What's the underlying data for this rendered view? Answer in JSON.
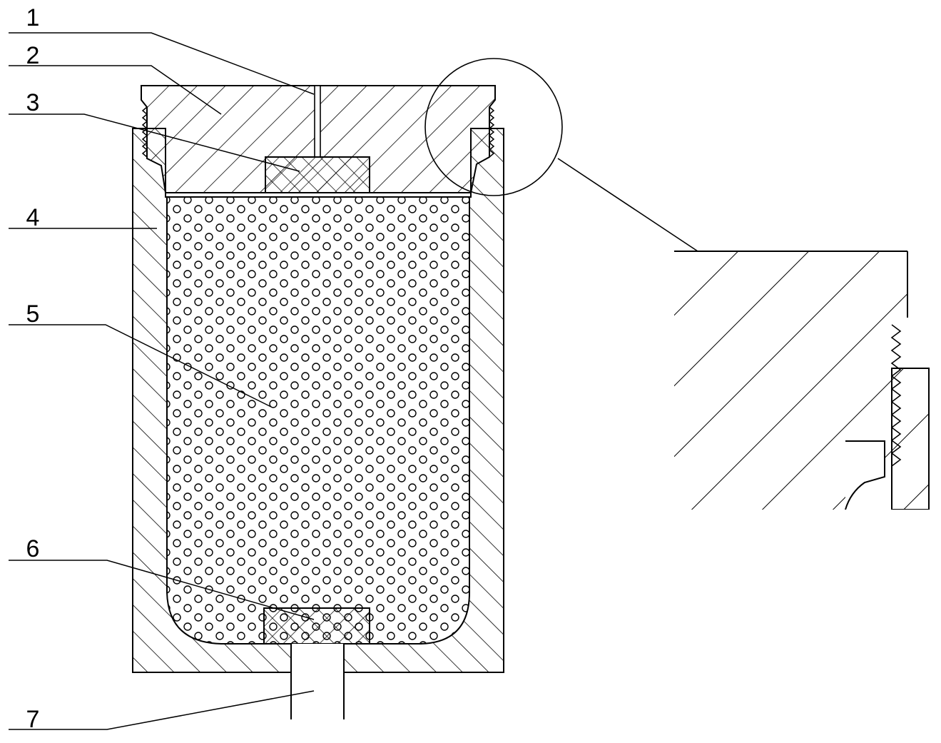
{
  "labels": {
    "1": "1",
    "2": "2",
    "3": "3",
    "4": "4",
    "5": "5",
    "6": "6",
    "7": "7"
  },
  "colors": {
    "stroke": "#000000",
    "background": "#ffffff"
  }
}
